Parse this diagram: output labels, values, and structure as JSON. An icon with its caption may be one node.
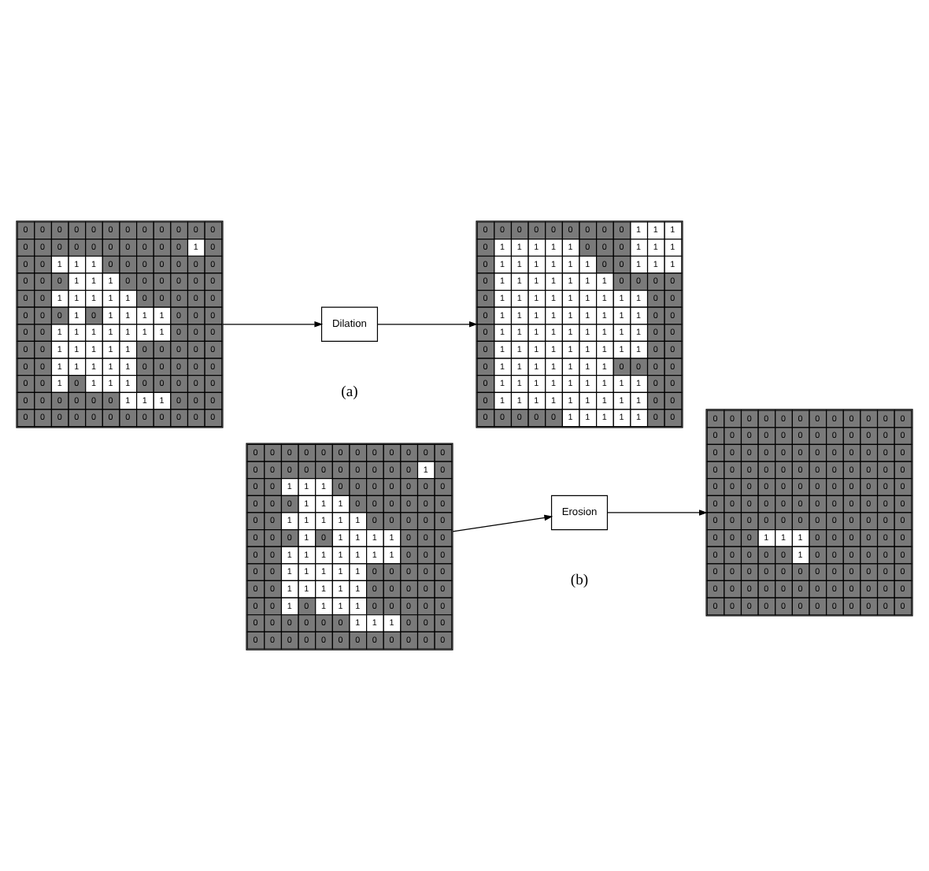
{
  "diagram": {
    "nodes": [
      {
        "text": [
          "0",
          "0",
          "0",
          "0",
          "0",
          "0",
          "0",
          "0",
          "0",
          "0",
          "0",
          "0",
          "0",
          "0",
          "0",
          "0",
          "0",
          "0",
          "0",
          "0",
          "0",
          "0",
          "1",
          "0",
          "0",
          "0",
          "1",
          "1",
          "1",
          "0",
          "0",
          "0",
          "0",
          "0",
          "0",
          "0",
          "0",
          "0",
          "0",
          "1",
          "1",
          "1",
          "0",
          "0",
          "0",
          "0",
          "0",
          "0",
          "0",
          "0",
          "1",
          "1",
          "1",
          "1",
          "1",
          "0",
          "0",
          "0",
          "0",
          "0",
          "0",
          "0",
          "0",
          "1",
          "0",
          "1",
          "1",
          "1",
          "1",
          "0",
          "0",
          "0",
          "0",
          "0",
          "1",
          "1",
          "1",
          "1",
          "1",
          "1",
          "1",
          "0",
          "0",
          "0",
          "0",
          "0",
          "1",
          "1",
          "1",
          "1",
          "1",
          "0",
          "0",
          "0",
          "0",
          "0",
          "0",
          "0",
          "1",
          "1",
          "1",
          "1",
          "1",
          "0",
          "0",
          "0",
          "0",
          "0",
          "0",
          "0",
          "1",
          "0",
          "1",
          "1",
          "1",
          "0",
          "0",
          "0",
          "0",
          "0",
          "0",
          "0",
          "0",
          "0",
          "0",
          "0",
          "1",
          "1",
          "1",
          "0",
          "0",
          "0",
          "0",
          "0",
          "0",
          "0",
          "0",
          "0",
          "0",
          "0",
          "0",
          "0",
          "0",
          "0"
        ]
      },
      {
        "text": [
          "Dilation"
        ]
      },
      {
        "text": [
          "0",
          "0",
          "0",
          "0",
          "0",
          "0",
          "0",
          "0",
          "0",
          "1",
          "1",
          "1",
          "0",
          "1",
          "1",
          "1",
          "1",
          "1",
          "0",
          "0",
          "0",
          "1",
          "1",
          "1",
          "0",
          "1",
          "1",
          "1",
          "1",
          "1",
          "1",
          "0",
          "0",
          "1",
          "1",
          "1",
          "0",
          "1",
          "1",
          "1",
          "1",
          "1",
          "1",
          "1",
          "0",
          "0",
          "0",
          "0",
          "0",
          "1",
          "1",
          "1",
          "1",
          "1",
          "1",
          "1",
          "1",
          "1",
          "0",
          "0",
          "0",
          "1",
          "1",
          "1",
          "1",
          "1",
          "1",
          "1",
          "1",
          "1",
          "0",
          "0",
          "0",
          "1",
          "1",
          "1",
          "1",
          "1",
          "1",
          "1",
          "1",
          "1",
          "0",
          "0",
          "0",
          "1",
          "1",
          "1",
          "1",
          "1",
          "1",
          "1",
          "1",
          "1",
          "0",
          "0",
          "0",
          "1",
          "1",
          "1",
          "1",
          "1",
          "1",
          "1",
          "0",
          "0",
          "0",
          "0",
          "0",
          "1",
          "1",
          "1",
          "1",
          "1",
          "1",
          "1",
          "1",
          "1",
          "0",
          "0",
          "0",
          "1",
          "1",
          "1",
          "1",
          "1",
          "1",
          "1",
          "1",
          "1",
          "0",
          "0",
          "0",
          "0",
          "0",
          "0",
          "0",
          "1",
          "1",
          "1",
          "1",
          "1",
          "0",
          "0"
        ]
      },
      {
        "text": [
          "0",
          "0",
          "0",
          "0",
          "0",
          "0",
          "0",
          "0",
          "0",
          "0",
          "0",
          "0",
          "0",
          "0",
          "0",
          "0",
          "0",
          "0",
          "0",
          "0",
          "0",
          "0",
          "1",
          "0",
          "0",
          "0",
          "1",
          "1",
          "1",
          "0",
          "0",
          "0",
          "0",
          "0",
          "0",
          "0",
          "0",
          "0",
          "0",
          "1",
          "1",
          "1",
          "0",
          "0",
          "0",
          "0",
          "0",
          "0",
          "0",
          "0",
          "1",
          "1",
          "1",
          "1",
          "1",
          "0",
          "0",
          "0",
          "0",
          "0",
          "0",
          "0",
          "0",
          "1",
          "0",
          "1",
          "1",
          "1",
          "1",
          "0",
          "0",
          "0",
          "0",
          "0",
          "1",
          "1",
          "1",
          "1",
          "1",
          "1",
          "1",
          "0",
          "0",
          "0",
          "0",
          "0",
          "1",
          "1",
          "1",
          "1",
          "1",
          "0",
          "0",
          "0",
          "0",
          "0",
          "0",
          "0",
          "1",
          "1",
          "1",
          "1",
          "1",
          "0",
          "0",
          "0",
          "0",
          "0",
          "0",
          "0",
          "1",
          "0",
          "1",
          "1",
          "1",
          "0",
          "0",
          "0",
          "0",
          "0",
          "0",
          "0",
          "0",
          "0",
          "0",
          "0",
          "1",
          "1",
          "1",
          "0",
          "0",
          "0",
          "0",
          "0",
          "0",
          "0",
          "0",
          "0",
          "0",
          "0",
          "0",
          "0",
          "0",
          "0"
        ]
      },
      {
        "text": [
          "Erosion"
        ]
      },
      {
        "text": [
          "0",
          "0",
          "0",
          "0",
          "0",
          "0",
          "0",
          "0",
          "0",
          "0",
          "0",
          "0",
          "0",
          "0",
          "0",
          "0",
          "0",
          "0",
          "0",
          "0",
          "0",
          "0",
          "0",
          "0",
          "0",
          "0",
          "0",
          "0",
          "0",
          "0",
          "0",
          "0",
          "0",
          "0",
          "0",
          "0",
          "0",
          "0",
          "0",
          "0",
          "0",
          "0",
          "0",
          "0",
          "0",
          "0",
          "0",
          "0",
          "0",
          "0",
          "0",
          "0",
          "0",
          "0",
          "0",
          "0",
          "0",
          "0",
          "0",
          "0",
          "0",
          "0",
          "0",
          "0",
          "0",
          "0",
          "0",
          "0",
          "0",
          "0",
          "0",
          "0",
          "0",
          "0",
          "0",
          "0",
          "0",
          "0",
          "0",
          "0",
          "0",
          "0",
          "0",
          "0",
          "0",
          "0",
          "0",
          "1",
          "1",
          "1",
          "0",
          "0",
          "0",
          "0",
          "0",
          "0",
          "0",
          "0",
          "0",
          "0",
          "0",
          "1",
          "0",
          "0",
          "0",
          "0",
          "0",
          "0",
          "0",
          "0",
          "0",
          "0",
          "0",
          "0",
          "0",
          "0",
          "0",
          "0",
          "0",
          "0",
          "0",
          "0",
          "0",
          "0",
          "0",
          "0",
          "0",
          "0",
          "0",
          "0",
          "0",
          "0",
          "0",
          "0",
          "0",
          "0",
          "0",
          "0",
          "0",
          "0",
          "0",
          "0",
          "0",
          "0"
        ]
      }
    ],
    "edges": [
      {
        "from": 0,
        "to": 1,
        "arrow": "to"
      },
      {
        "from": 1,
        "to": 2,
        "arrow": "to"
      },
      {
        "from": 3,
        "to": 4,
        "arrow": "to"
      },
      {
        "from": 4,
        "to": 5,
        "arrow": "to"
      }
    ],
    "labels": [
      "(a)",
      "(b)"
    ]
  }
}
